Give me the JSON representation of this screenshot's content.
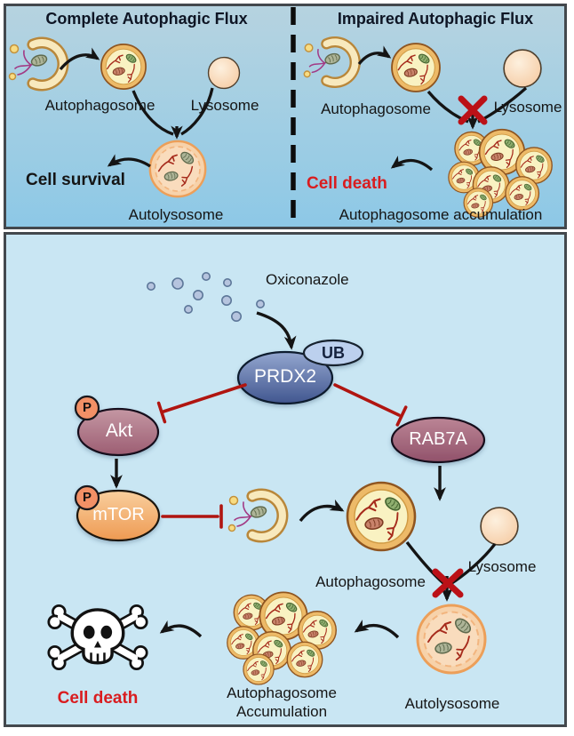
{
  "figure": {
    "top_left": {
      "title": "Complete Autophagic Flux",
      "autophagosome": "Autophagosome",
      "lysosome": "Lysosome",
      "outcome": "Cell survival",
      "autolysosome": "Autolysosome"
    },
    "top_right": {
      "title": "Impaired Autophagic Flux",
      "autophagosome": "Autophagosome",
      "lysosome": "Lysosome",
      "outcome": "Cell death",
      "accumulation": "Autophagosome accumulation"
    },
    "bottom": {
      "drug": "Oxiconazole",
      "prdx2": "PRDX2",
      "ub": "UB",
      "akt": "Akt",
      "mtor": "mTOR",
      "rab7a": "RAB7A",
      "phospho": "P",
      "autophagosome": "Autophagosome",
      "lysosome": "Lysosome",
      "autolysosome": "Autolysosome",
      "accumulation_line1": "Autophagosome",
      "accumulation_line2": "Accumulation",
      "outcome": "Cell death"
    },
    "colors": {
      "panel_top_bg": "#a4cfe3",
      "panel_bottom_bg": "#c9e6f3",
      "border": "#43484d",
      "death_red": "#d91c1f",
      "inhibition_red": "#b01510",
      "block_x_red": "#bb1117",
      "prdx2_blue": "#41568f",
      "ub_blue": "#bcd0ee",
      "akt_mauve": "#9c5d72",
      "mtor_orange": "#f0a058",
      "rab7a_mauve": "#96566d",
      "phospho_orange": "#f29066",
      "autophagosome_yellow": "#f9f2c2",
      "lysosome_peach": "#f5cba3"
    },
    "icons": {
      "block": "red-x-icon",
      "death": "skull-crossbones-icon",
      "drug": "molecule-dots-icon",
      "inhibit": "t-bar-inhibition-icon",
      "activate": "arrow-icon"
    }
  }
}
